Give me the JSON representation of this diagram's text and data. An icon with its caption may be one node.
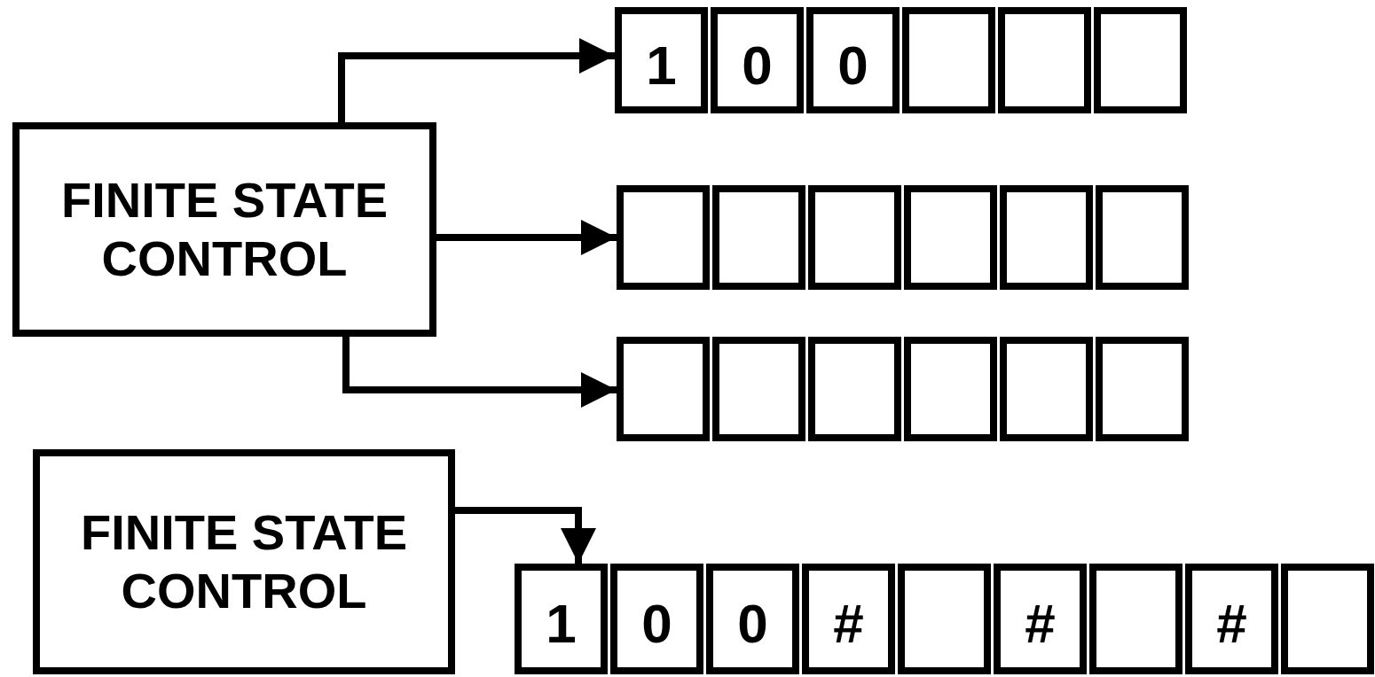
{
  "diagram": {
    "nodes": [
      {
        "text": [
          "FINITE STATE CONTROL"
        ]
      },
      {
        "text": [
          "1"
        ]
      },
      {
        "text": [
          "0"
        ]
      },
      {
        "text": [
          "0"
        ]
      },
      {
        "text": [],
        "shape": "box"
      },
      {
        "text": [],
        "shape": "box"
      },
      {
        "text": [],
        "shape": "box"
      },
      {
        "text": [],
        "shape": "box"
      },
      {
        "text": [],
        "shape": "box"
      },
      {
        "text": [],
        "shape": "box"
      },
      {
        "text": [],
        "shape": "box"
      },
      {
        "text": [],
        "shape": "box"
      },
      {
        "text": [],
        "shape": "box"
      },
      {
        "text": [],
        "shape": "box"
      },
      {
        "text": [],
        "shape": "box"
      },
      {
        "text": [],
        "shape": "box"
      },
      {
        "text": [],
        "shape": "box"
      },
      {
        "text": [],
        "shape": "box"
      },
      {
        "text": [],
        "shape": "box"
      },
      {
        "text": [
          "FINITE STATE CONTROL"
        ]
      },
      {
        "text": [
          "1"
        ]
      },
      {
        "text": [
          "0"
        ]
      },
      {
        "text": [
          "0"
        ]
      },
      {
        "text": [
          "#"
        ]
      },
      {
        "text": [],
        "shape": "box"
      },
      {
        "text": [
          "#"
        ]
      },
      {
        "text": [],
        "shape": "box"
      },
      {
        "text": [
          "#"
        ]
      },
      {
        "text": [],
        "shape": "box"
      }
    ],
    "edges": [
      {
        "from": 0,
        "to": 1,
        "arrow": "to"
      },
      {
        "from": 0,
        "to": 7,
        "arrow": "to"
      },
      {
        "from": 0,
        "to": 13,
        "arrow": "to"
      },
      {
        "from": 19,
        "to": 20,
        "arrow": "to"
      }
    ]
  }
}
